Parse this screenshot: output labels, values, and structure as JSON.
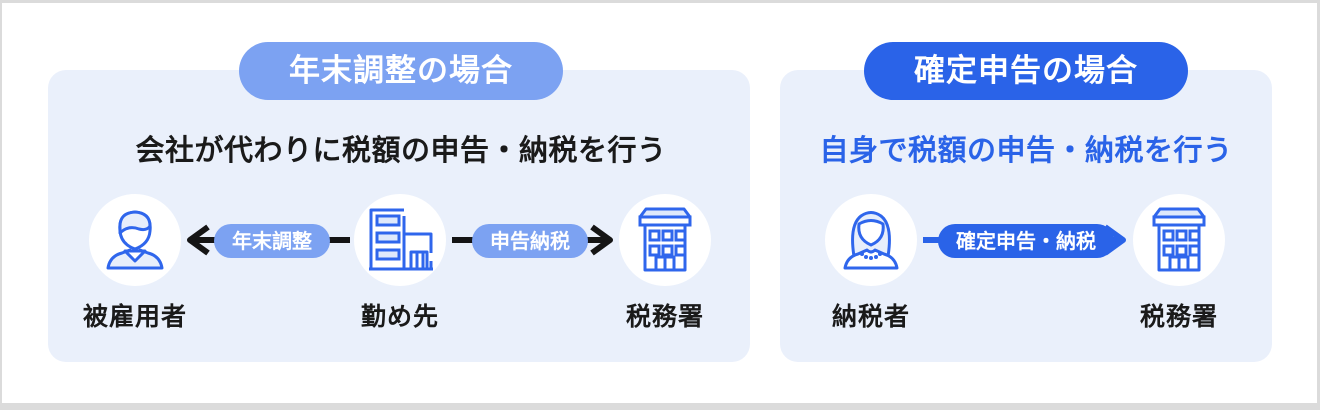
{
  "colors": {
    "card_border": "#DBDBDB",
    "panel_bg": "#EAF0FB",
    "light_blue": "#7CA2F2",
    "dark_blue": "#2A63E8",
    "icon_stroke": "#2F66EC",
    "icon_fill": "#E7EEFB",
    "text_black": "#1A1A1A",
    "arrow_black": "#151515",
    "circle_bg": "#FFFFFF"
  },
  "left_panel": {
    "title": "年末調整の場合",
    "subtitle": "会社が代わりに税額の申告・納税を行う",
    "nodes": [
      {
        "icon": "employee-icon",
        "label": "被雇用者"
      },
      {
        "icon": "office-building-icon",
        "label": "勤め先"
      },
      {
        "icon": "tax-office-icon",
        "label": "税務署"
      }
    ],
    "arrows": [
      {
        "label": "年末調整",
        "from": "勤め先",
        "to": "被雇用者",
        "direction": "left",
        "arrow_color": "#151515",
        "pill_color": "#7CA2F2"
      },
      {
        "label": "申告納税",
        "from": "勤め先",
        "to": "税務署",
        "direction": "right",
        "arrow_color": "#151515",
        "pill_color": "#7CA2F2"
      }
    ]
  },
  "right_panel": {
    "title": "確定申告の場合",
    "subtitle": "自身で税額の申告・納税を行う",
    "nodes": [
      {
        "icon": "taxpayer-icon",
        "label": "納税者"
      },
      {
        "icon": "tax-office-icon",
        "label": "税務署"
      }
    ],
    "arrows": [
      {
        "label": "確定申告・納税",
        "from": "納税者",
        "to": "税務署",
        "direction": "right",
        "arrow_color": "#2A63E8",
        "pill_color": "#2A63E8"
      }
    ]
  }
}
